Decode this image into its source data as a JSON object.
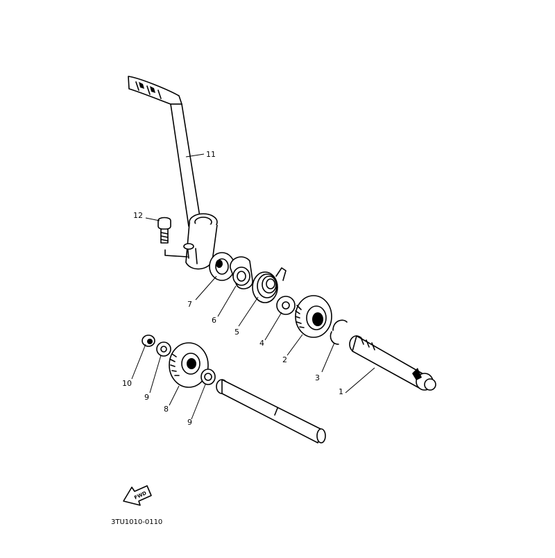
{
  "diagram": {
    "callouts": {
      "p1": "1",
      "p2": "2",
      "p3": "3",
      "p4": "4",
      "p5": "5",
      "p6": "6",
      "p7": "7",
      "p8": "8",
      "p9a": "9",
      "p9b": "9",
      "p10": "10",
      "p11": "11",
      "p12": "12"
    },
    "fwd_label": "FWD",
    "drawing_code": "3TU1010-0110"
  }
}
